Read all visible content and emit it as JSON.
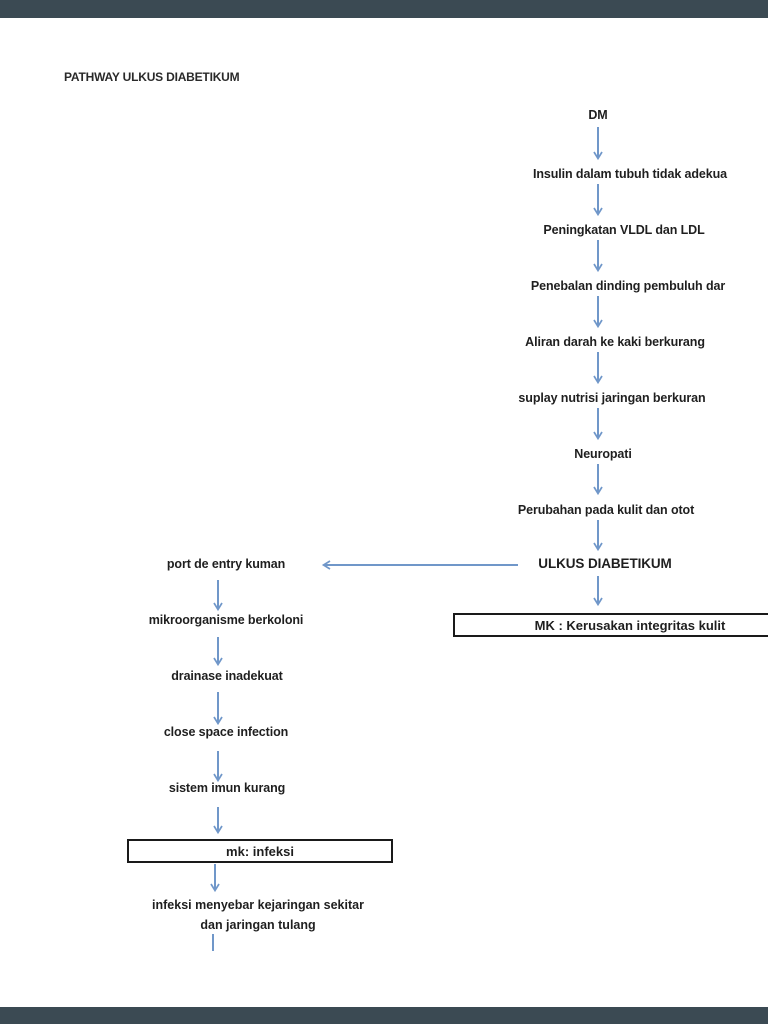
{
  "page": {
    "title": "PATHWAY ULKUS DIABETIKUM",
    "background_color": "#ffffff",
    "viewer_bar_color": "#3b4a53",
    "arrow_color": "#7097c9",
    "text_color": "#1f1f1f"
  },
  "diagram": {
    "main_chain": [
      {
        "id": "dm",
        "label": "DM"
      },
      {
        "id": "insulin",
        "label": "Insulin dalam tubuh tidak adekua"
      },
      {
        "id": "vldl",
        "label": "Peningkatan VLDL dan LDL"
      },
      {
        "id": "penebalan",
        "label": "Penebalan dinding pembuluh dar"
      },
      {
        "id": "aliran",
        "label": "Aliran darah ke kaki berkurang"
      },
      {
        "id": "suplay",
        "label": "suplay nutrisi jaringan berkuran"
      },
      {
        "id": "neuropati",
        "label": "Neuropati"
      },
      {
        "id": "perubahan",
        "label": "Perubahan pada kulit dan otot"
      },
      {
        "id": "ulkus",
        "label": "ULKUS DIABETIKUM"
      },
      {
        "id": "mk-kulit",
        "label": "MK : Kerusakan integritas kulit",
        "boxed": true
      }
    ],
    "infection_chain": [
      {
        "id": "port",
        "label": "port de entry kuman"
      },
      {
        "id": "mikro",
        "label": "mikroorganisme berkoloni"
      },
      {
        "id": "drainase",
        "label": "drainase inadekuat"
      },
      {
        "id": "close-space",
        "label": "close space infection"
      },
      {
        "id": "sistem-imun",
        "label": "sistem imun kurang"
      },
      {
        "id": "mk-infeksi",
        "label": "mk: infeksi",
        "boxed": true
      },
      {
        "id": "infeksi-menyebar",
        "label_line1": "infeksi menyebar kejaringan sekitar",
        "label_line2": "dan jaringan tulang"
      }
    ]
  }
}
